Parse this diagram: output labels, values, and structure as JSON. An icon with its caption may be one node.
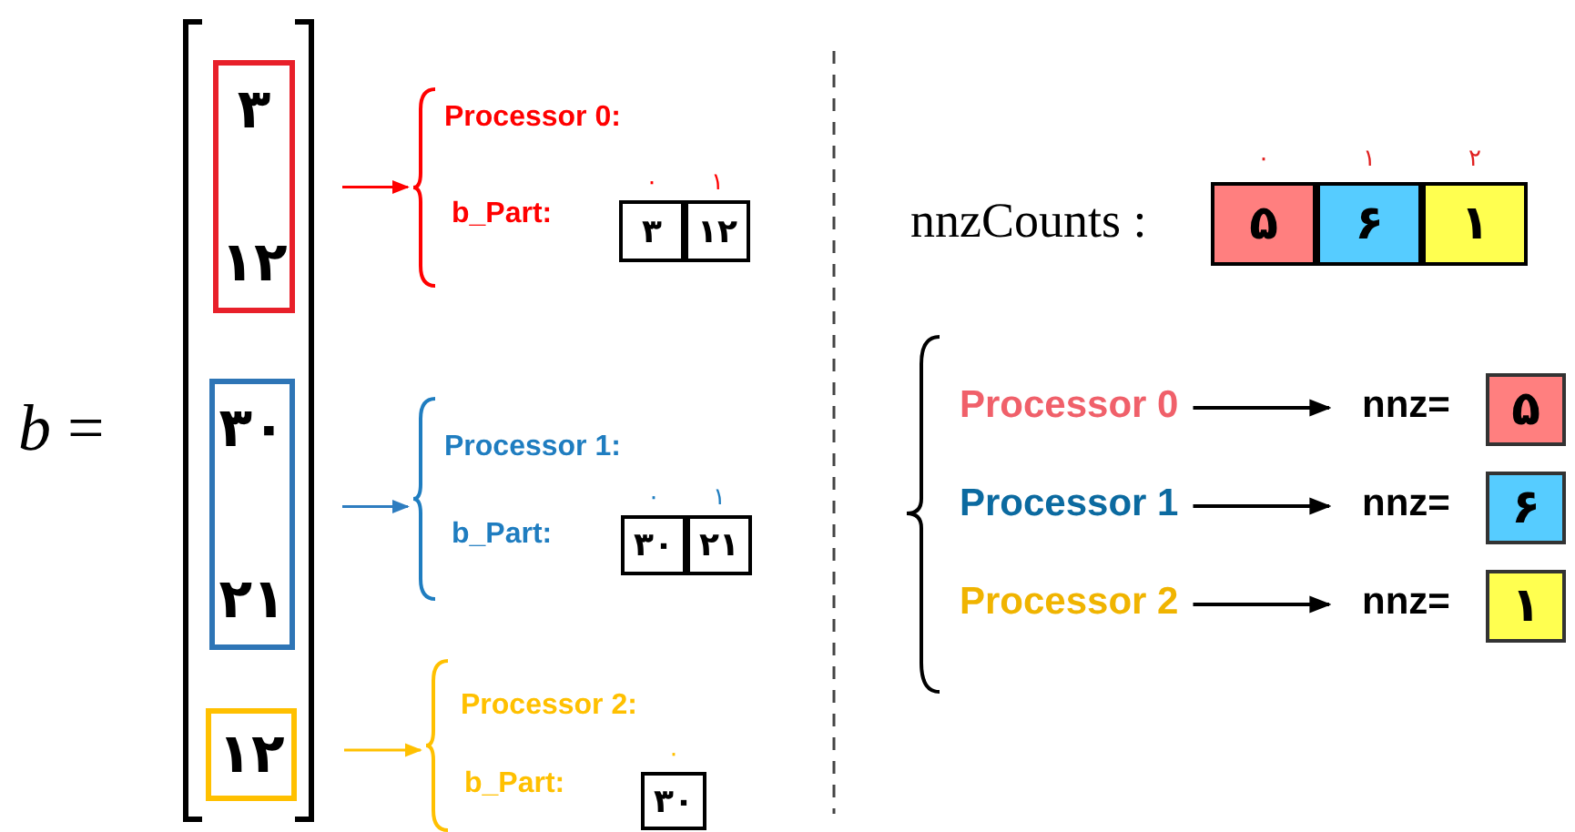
{
  "diagram": {
    "nodes": [
      {
        "text": [
          "۳",
          "۱۲"
        ]
      },
      {
        "text": [
          "۳۰",
          "۲۱"
        ]
      },
      {
        "text": [
          "۱۲"
        ]
      },
      {
        "text": [
          "Processor 0:",
          "b_Part:"
        ]
      },
      {
        "text": [
          "۳"
        ],
        "in": 3,
        "beside": [
          "۰"
        ]
      },
      {
        "text": [
          "۱۲"
        ],
        "in": 3,
        "beside": [
          "۱"
        ]
      },
      {
        "text": [
          "Processor 1:",
          "b_Part:"
        ]
      },
      {
        "text": [
          "۳۰"
        ],
        "in": 6,
        "beside": [
          "۰"
        ]
      },
      {
        "text": [
          "۲۱"
        ],
        "in": 6,
        "beside": [
          "۱"
        ]
      },
      {
        "text": [
          "Processor 2:",
          "b_Part:"
        ]
      },
      {
        "text": [
          "۳۰"
        ],
        "in": 9,
        "beside": [
          "۰"
        ]
      },
      {
        "text": [
          "۵"
        ],
        "beside": [
          "۰"
        ]
      },
      {
        "text": [
          "۶"
        ],
        "beside": [
          "۱"
        ]
      },
      {
        "text": [
          "۱"
        ],
        "beside": [
          "۲"
        ]
      },
      {
        "text": [
          "Processor 0"
        ]
      },
      {
        "text": [
          "۵"
        ],
        "beside": [
          "nnz="
        ]
      },
      {
        "text": [
          "Processor 1"
        ]
      },
      {
        "text": [
          "۶"
        ],
        "beside": [
          "nnz="
        ]
      },
      {
        "text": [
          "Processor 2"
        ]
      },
      {
        "text": [
          "۱"
        ],
        "beside": [
          "nnz="
        ]
      }
    ],
    "edges": [
      {
        "from": 0,
        "to": 3,
        "arrow": "to",
        "color": "#ff0000"
      },
      {
        "from": 1,
        "to": 6,
        "arrow": "to",
        "color": "#2e7dc0"
      },
      {
        "from": 2,
        "to": 9,
        "arrow": "to",
        "color": "#ffc000"
      },
      {
        "from": 14,
        "to": 15,
        "arrow": "to"
      },
      {
        "from": 16,
        "to": 17,
        "arrow": "to"
      },
      {
        "from": 18,
        "to": 19,
        "arrow": "to"
      }
    ],
    "labels": [
      "*b* =",
      "nnzCounts :"
    ]
  }
}
